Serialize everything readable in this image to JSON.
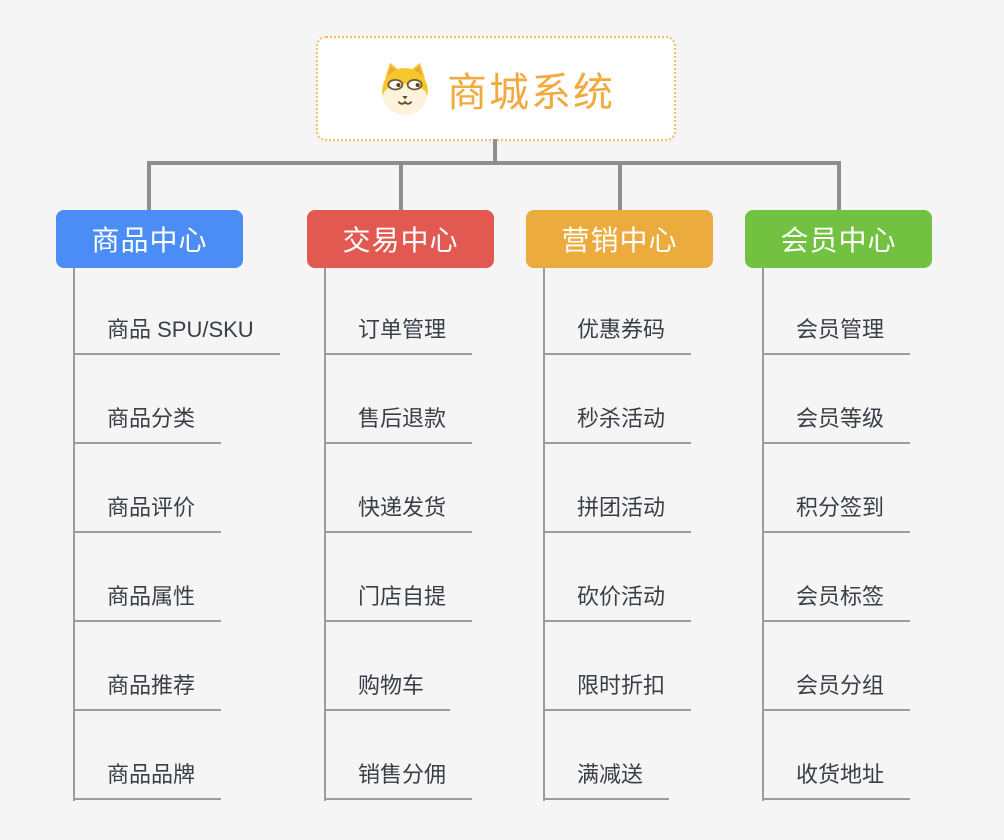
{
  "canvas": {
    "background": "#f5f5f6"
  },
  "root": {
    "title": "商城系统",
    "icon": "dog-face-icon",
    "text_color": "#f2a93e",
    "border_color": "#f2bd63"
  },
  "connector_color": "#8e8e8e",
  "item_line_color": "#9c9c9c",
  "item_text_color": "#3a3e45",
  "branches": [
    {
      "title": "商品中心",
      "color": "#4b8df5",
      "items": [
        "商品 SPU/SKU",
        "商品分类",
        "商品评价",
        "商品属性",
        "商品推荐",
        "商品品牌"
      ]
    },
    {
      "title": "交易中心",
      "color": "#e25951",
      "items": [
        "订单管理",
        "售后退款",
        "快递发货",
        "门店自提",
        "购物车",
        "销售分佣"
      ]
    },
    {
      "title": "营销中心",
      "color": "#ebab3d",
      "items": [
        "优惠券码",
        "秒杀活动",
        "拼团活动",
        "砍价活动",
        "限时折扣",
        "满减送"
      ]
    },
    {
      "title": "会员中心",
      "color": "#72c140",
      "items": [
        "会员管理",
        "会员等级",
        "积分签到",
        "会员标签",
        "会员分组",
        "收货地址"
      ]
    }
  ]
}
